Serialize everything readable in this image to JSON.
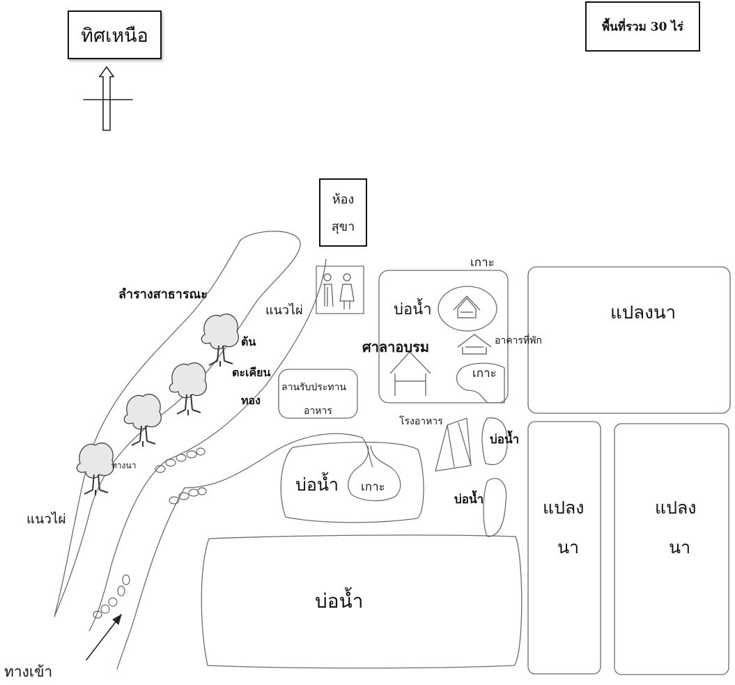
{
  "north": {
    "label": "ทิศเหนือ"
  },
  "area_total": "พื้นที่รวม 30 ไร่",
  "toilet": {
    "line1": "ห้อง",
    "line2": "สุขา"
  },
  "labels": {
    "public_creek": "ลำรางสาธารณะ",
    "bamboo_row_top": "แนวไผ่",
    "bamboo_row_left": "แนวไผ่",
    "tree_line1": "ต้น",
    "tree_line2": "ตะเคียน",
    "tree_line3": "ทอง",
    "dining_yard_line1": "ลานรับประทาน",
    "dining_yard_line2": "อาหาร",
    "field_path": "ทางนา",
    "entrance": "ทางเข้า",
    "island_top": "เกาะ",
    "island_right": "เกาะ",
    "island_pond": "เกาะ",
    "pond_top": "บ่อน้ำ",
    "pond_middle": "บ่อน้ำ",
    "pond_small_1": "บ่อน้ำ",
    "pond_small_2": "บ่อน้ำ",
    "pond_large": "บ่อน้ำ",
    "training_hall": "ศาลาอบรม",
    "lodging": "อาคารที่พัก",
    "canteen": "โรงอาหาร",
    "rice_field_top": "แปลงนา",
    "rice_field_left_1": "แปลง",
    "rice_field_left_2": "นา",
    "rice_field_right_1": "แปลง",
    "rice_field_right_2": "นา"
  },
  "icons": {
    "north_arrow": "north-arrow-icon",
    "entrance_arrow": "entrance-arrow-icon",
    "tree": "tree-icon",
    "house": "house-icon",
    "toilet_figures": "toilet-people-icon",
    "stepping_stones": "stepping-stones-icon"
  },
  "colors": {
    "ink": "#111111",
    "sketch_line": "#6b6b6b",
    "background": "#ffffff"
  }
}
